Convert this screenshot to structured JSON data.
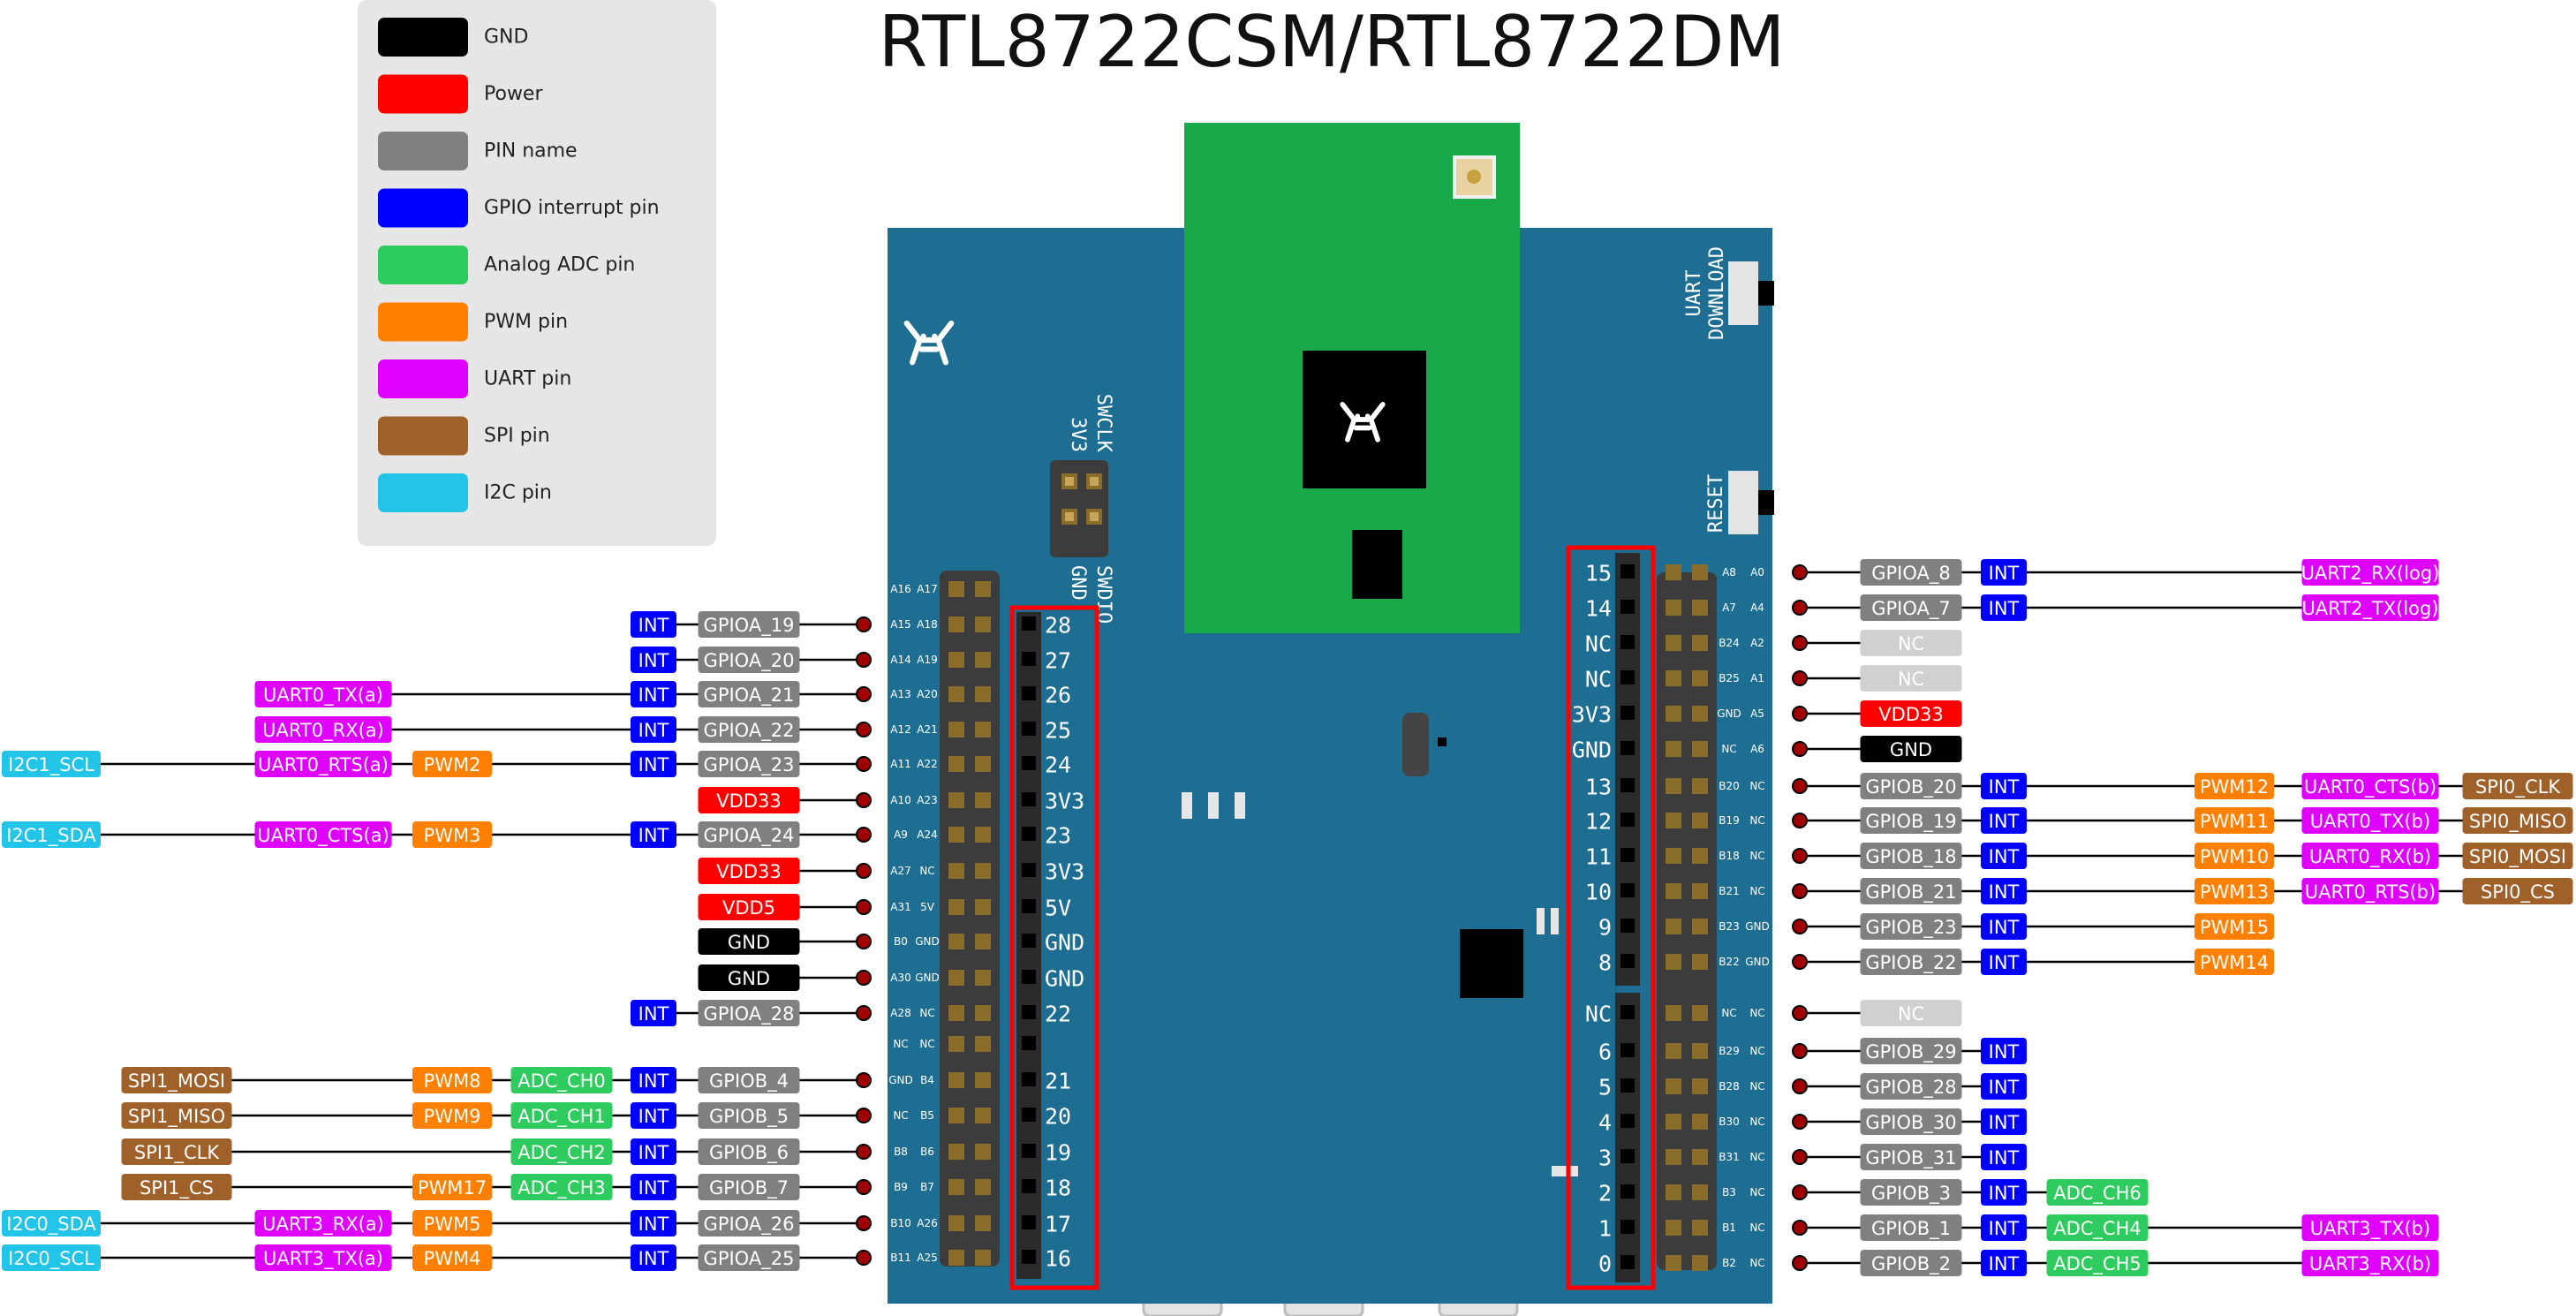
{
  "title": "RTL8722CSM/RTL8722DM",
  "legend": [
    {
      "label": "GND",
      "type": "gnd"
    },
    {
      "label": "Power",
      "type": "pwr"
    },
    {
      "label": "PIN name",
      "type": "pin"
    },
    {
      "label": "GPIO interrupt pin",
      "type": "int"
    },
    {
      "label": "Analog ADC pin",
      "type": "adc"
    },
    {
      "label": "PWM pin",
      "type": "pwm"
    },
    {
      "label": "UART pin",
      "type": "uart"
    },
    {
      "label": "SPI pin",
      "type": "spi"
    },
    {
      "label": "I2C pin",
      "type": "i2c"
    }
  ],
  "colors": {
    "gnd": "#000000",
    "pwr": "#ff0000",
    "pin": "#808080",
    "int": "#0000ff",
    "adc": "#2ecc5e",
    "pwm": "#ff8000",
    "uart": "#e000ff",
    "spi": "#a0602a",
    "i2c": "#22c4e8",
    "nc": "#d0d0d0",
    "board": "#1e6e94",
    "wifi": "#19a84a",
    "header": "#3c3c3c",
    "outline": "#ff0000"
  },
  "board_labels": {
    "uart_download": [
      "UART",
      "DOWNLOAD"
    ],
    "reset": "RESET",
    "swd_top": [
      "3V3",
      "SWCLK"
    ],
    "swd_bottom": [
      "GND",
      "SWDIO"
    ]
  },
  "left_pins": [
    {
      "num": "28",
      "silk": [
        "A16",
        "A17"
      ],
      "labels": []
    },
    {
      "num": "28",
      "silk": [
        "A15",
        "A18"
      ],
      "labels": [
        {
          "t": "GPIOA_19",
          "c": "pin"
        },
        {
          "t": "INT",
          "c": "int"
        }
      ]
    },
    {
      "num": "27",
      "silk": [
        "A14",
        "A19"
      ],
      "labels": [
        {
          "t": "GPIOA_20",
          "c": "pin"
        },
        {
          "t": "INT",
          "c": "int"
        }
      ]
    },
    {
      "num": "26",
      "silk": [
        "A13",
        "A20"
      ],
      "labels": [
        {
          "t": "GPIOA_21",
          "c": "pin"
        },
        {
          "t": "INT",
          "c": "int"
        },
        {
          "t": "UART0_TX(a)",
          "c": "uart"
        }
      ]
    },
    {
      "num": "25",
      "silk": [
        "A12",
        "A21"
      ],
      "labels": [
        {
          "t": "GPIOA_22",
          "c": "pin"
        },
        {
          "t": "INT",
          "c": "int"
        },
        {
          "t": "UART0_RX(a)",
          "c": "uart"
        }
      ]
    },
    {
      "num": "24",
      "silk": [
        "A11",
        "A22"
      ],
      "labels": [
        {
          "t": "GPIOA_23",
          "c": "pin"
        },
        {
          "t": "INT",
          "c": "int"
        },
        {
          "t": "PWM2",
          "c": "pwm"
        },
        {
          "t": "UART0_RTS(a)",
          "c": "uart"
        },
        {
          "t": "I2C1_SCL",
          "c": "i2c"
        }
      ]
    },
    {
      "num": "3V3",
      "silk": [
        "A10",
        "A23"
      ],
      "labels": [
        {
          "t": "VDD33",
          "c": "pwr"
        }
      ]
    },
    {
      "num": "23",
      "silk": [
        "A9",
        "A24"
      ],
      "labels": [
        {
          "t": "GPIOA_24",
          "c": "pin"
        },
        {
          "t": "INT",
          "c": "int"
        },
        {
          "t": "PWM3",
          "c": "pwm"
        },
        {
          "t": "UART0_CTS(a)",
          "c": "uart"
        },
        {
          "t": "I2C1_SDA",
          "c": "i2c"
        }
      ]
    },
    {
      "num": "3V3",
      "silk": [
        "A27",
        "NC"
      ],
      "labels": [
        {
          "t": "VDD33",
          "c": "pwr"
        }
      ]
    },
    {
      "num": "5V",
      "silk": [
        "A31",
        "5V"
      ],
      "labels": [
        {
          "t": "VDD5",
          "c": "pwr"
        }
      ]
    },
    {
      "num": "GND",
      "silk": [
        "B0",
        "GND"
      ],
      "labels": [
        {
          "t": "GND",
          "c": "gnd"
        }
      ]
    },
    {
      "num": "GND",
      "silk": [
        "A30",
        "GND"
      ],
      "labels": [
        {
          "t": "GND",
          "c": "gnd"
        }
      ]
    },
    {
      "num": "22",
      "silk": [
        "A28",
        "NC"
      ],
      "labels": [
        {
          "t": "GPIOA_28",
          "c": "pin"
        },
        {
          "t": "INT",
          "c": "int"
        }
      ]
    },
    {
      "num": "",
      "silk": [
        "NC",
        "NC"
      ],
      "labels": []
    },
    {
      "num": "21",
      "silk": [
        "GND",
        "B4"
      ],
      "labels": [
        {
          "t": "GPIOB_4",
          "c": "pin"
        },
        {
          "t": "INT",
          "c": "int"
        },
        {
          "t": "ADC_CH0",
          "c": "adc"
        },
        {
          "t": "PWM8",
          "c": "pwm"
        },
        {
          "t": "SPI1_MOSI",
          "c": "spi"
        }
      ]
    },
    {
      "num": "20",
      "silk": [
        "NC",
        "B5"
      ],
      "labels": [
        {
          "t": "GPIOB_5",
          "c": "pin"
        },
        {
          "t": "INT",
          "c": "int"
        },
        {
          "t": "ADC_CH1",
          "c": "adc"
        },
        {
          "t": "PWM9",
          "c": "pwm"
        },
        {
          "t": "SPI1_MISO",
          "c": "spi"
        }
      ]
    },
    {
      "num": "19",
      "silk": [
        "B8",
        "B6"
      ],
      "labels": [
        {
          "t": "GPIOB_6",
          "c": "pin"
        },
        {
          "t": "INT",
          "c": "int"
        },
        {
          "t": "ADC_CH2",
          "c": "adc"
        },
        {
          "t": "SPI1_CLK",
          "c": "spi"
        }
      ]
    },
    {
      "num": "18",
      "silk": [
        "B9",
        "B7"
      ],
      "labels": [
        {
          "t": "GPIOB_7",
          "c": "pin"
        },
        {
          "t": "INT",
          "c": "int"
        },
        {
          "t": "ADC_CH3",
          "c": "adc"
        },
        {
          "t": "PWM17",
          "c": "pwm"
        },
        {
          "t": "SPI1_CS",
          "c": "spi"
        }
      ]
    },
    {
      "num": "17",
      "silk": [
        "B10",
        "A26"
      ],
      "labels": [
        {
          "t": "GPIOA_26",
          "c": "pin"
        },
        {
          "t": "INT",
          "c": "int"
        },
        {
          "t": "PWM5",
          "c": "pwm"
        },
        {
          "t": "UART3_RX(a)",
          "c": "uart"
        },
        {
          "t": "I2C0_SDA",
          "c": "i2c"
        }
      ]
    },
    {
      "num": "16",
      "silk": [
        "B11",
        "A25"
      ],
      "labels": [
        {
          "t": "GPIOA_25",
          "c": "pin"
        },
        {
          "t": "INT",
          "c": "int"
        },
        {
          "t": "PWM4",
          "c": "pwm"
        },
        {
          "t": "UART3_TX(a)",
          "c": "uart"
        },
        {
          "t": "I2C0_SCL",
          "c": "i2c"
        }
      ]
    }
  ],
  "right_pins": [
    {
      "num": "15",
      "silk": [
        "A8",
        "A0"
      ],
      "labels": [
        {
          "t": "GPIOA_8",
          "c": "pin"
        },
        {
          "t": "INT",
          "c": "int"
        },
        {
          "t": "UART2_RX(log)",
          "c": "uart"
        }
      ]
    },
    {
      "num": "14",
      "silk": [
        "A7",
        "A4"
      ],
      "labels": [
        {
          "t": "GPIOA_7",
          "c": "pin"
        },
        {
          "t": "INT",
          "c": "int"
        },
        {
          "t": "UART2_TX(log)",
          "c": "uart"
        }
      ]
    },
    {
      "num": "NC",
      "silk": [
        "B24",
        "A2"
      ],
      "labels": [
        {
          "t": "NC",
          "c": "nc"
        }
      ]
    },
    {
      "num": "NC",
      "silk": [
        "B25",
        "A1"
      ],
      "labels": [
        {
          "t": "NC",
          "c": "nc"
        }
      ]
    },
    {
      "num": "3V3",
      "silk": [
        "GND",
        "A5"
      ],
      "labels": [
        {
          "t": "VDD33",
          "c": "pwr"
        }
      ]
    },
    {
      "num": "GND",
      "silk": [
        "NC",
        "A6"
      ],
      "labels": [
        {
          "t": "GND",
          "c": "gnd"
        }
      ]
    },
    {
      "num": "13",
      "silk": [
        "B20",
        "NC"
      ],
      "labels": [
        {
          "t": "GPIOB_20",
          "c": "pin"
        },
        {
          "t": "INT",
          "c": "int"
        },
        {
          "t": "PWM12",
          "c": "pwm"
        },
        {
          "t": "UART0_CTS(b)",
          "c": "uart"
        },
        {
          "t": "SPI0_CLK",
          "c": "spi"
        }
      ]
    },
    {
      "num": "12",
      "silk": [
        "B19",
        "NC"
      ],
      "labels": [
        {
          "t": "GPIOB_19",
          "c": "pin"
        },
        {
          "t": "INT",
          "c": "int"
        },
        {
          "t": "PWM11",
          "c": "pwm"
        },
        {
          "t": "UART0_TX(b)",
          "c": "uart"
        },
        {
          "t": "SPI0_MISO",
          "c": "spi"
        }
      ]
    },
    {
      "num": "11",
      "silk": [
        "B18",
        "NC"
      ],
      "labels": [
        {
          "t": "GPIOB_18",
          "c": "pin"
        },
        {
          "t": "INT",
          "c": "int"
        },
        {
          "t": "PWM10",
          "c": "pwm"
        },
        {
          "t": "UART0_RX(b)",
          "c": "uart"
        },
        {
          "t": "SPI0_MOSI",
          "c": "spi"
        }
      ]
    },
    {
      "num": "10",
      "silk": [
        "B21",
        "NC"
      ],
      "labels": [
        {
          "t": "GPIOB_21",
          "c": "pin"
        },
        {
          "t": "INT",
          "c": "int"
        },
        {
          "t": "PWM13",
          "c": "pwm"
        },
        {
          "t": "UART0_RTS(b)",
          "c": "uart"
        },
        {
          "t": "SPI0_CS",
          "c": "spi"
        }
      ]
    },
    {
      "num": "9",
      "silk": [
        "B23",
        "GND"
      ],
      "labels": [
        {
          "t": "GPIOB_23",
          "c": "pin"
        },
        {
          "t": "INT",
          "c": "int"
        },
        {
          "t": "PWM15",
          "c": "pwm"
        }
      ]
    },
    {
      "num": "8",
      "silk": [
        "B22",
        "GND"
      ],
      "labels": [
        {
          "t": "GPIOB_22",
          "c": "pin"
        },
        {
          "t": "INT",
          "c": "int"
        },
        {
          "t": "PWM14",
          "c": "pwm"
        }
      ]
    },
    {
      "num": "NC",
      "silk": [
        "NC",
        "NC"
      ],
      "labels": [
        {
          "t": "NC",
          "c": "nc"
        }
      ]
    },
    {
      "num": "6",
      "silk": [
        "B29",
        "NC"
      ],
      "labels": [
        {
          "t": "GPIOB_29",
          "c": "pin"
        },
        {
          "t": "INT",
          "c": "int"
        }
      ]
    },
    {
      "num": "5",
      "silk": [
        "B28",
        "NC"
      ],
      "labels": [
        {
          "t": "GPIOB_28",
          "c": "pin"
        },
        {
          "t": "INT",
          "c": "int"
        }
      ]
    },
    {
      "num": "4",
      "silk": [
        "B30",
        "NC"
      ],
      "labels": [
        {
          "t": "GPIOB_30",
          "c": "pin"
        },
        {
          "t": "INT",
          "c": "int"
        }
      ]
    },
    {
      "num": "3",
      "silk": [
        "B31",
        "NC"
      ],
      "labels": [
        {
          "t": "GPIOB_31",
          "c": "pin"
        },
        {
          "t": "INT",
          "c": "int"
        }
      ]
    },
    {
      "num": "2",
      "silk": [
        "B3",
        "NC"
      ],
      "labels": [
        {
          "t": "GPIOB_3",
          "c": "pin"
        },
        {
          "t": "INT",
          "c": "int"
        },
        {
          "t": "ADC_CH6",
          "c": "adc"
        }
      ]
    },
    {
      "num": "1",
      "silk": [
        "B1",
        "NC"
      ],
      "labels": [
        {
          "t": "GPIOB_1",
          "c": "pin"
        },
        {
          "t": "INT",
          "c": "int"
        },
        {
          "t": "ADC_CH4",
          "c": "adc"
        },
        {
          "t": "UART3_TX(b)",
          "c": "uart"
        }
      ]
    },
    {
      "num": "0",
      "silk": [
        "B2",
        "NC"
      ],
      "labels": [
        {
          "t": "GPIOB_2",
          "c": "pin"
        },
        {
          "t": "INT",
          "c": "int"
        },
        {
          "t": "ADC_CH5",
          "c": "adc"
        },
        {
          "t": "UART3_RX(b)",
          "c": "uart"
        }
      ]
    }
  ]
}
